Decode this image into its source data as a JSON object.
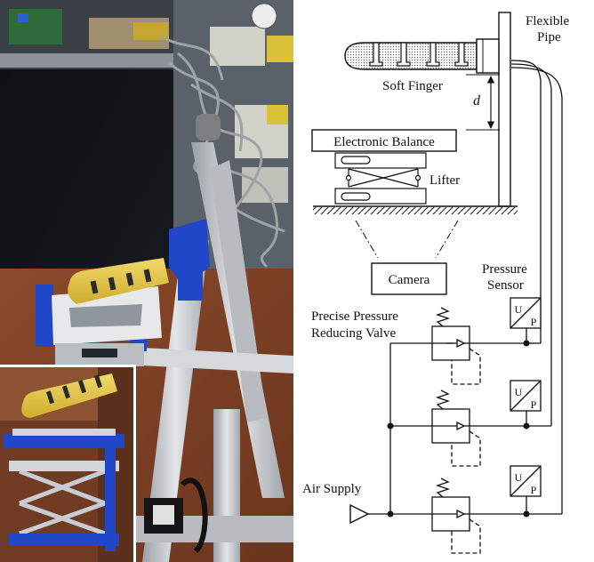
{
  "labels": {
    "flexible_pipe_line1": "Flexible",
    "flexible_pipe_line2": "Pipe",
    "soft_finger": "Soft Finger",
    "distance": "d",
    "electronic_balance": "Electronic Balance",
    "lifter": "Lifter",
    "camera": "Camera",
    "pressure_sensor_line1": "Pressure",
    "pressure_sensor_line2": "Sensor",
    "valve_line1": "Precise Pressure",
    "valve_line2": "Reducing Valve",
    "air_supply": "Air Supply",
    "transducer_u": "U",
    "transducer_p": "P"
  },
  "colors": {
    "finger_yellow": "#e8c94a",
    "mount_blue": "#1f47c8",
    "aluminum": "#c9ccd0",
    "bench_wood": "#8a4a2a",
    "backdrop": "#121417",
    "line": "#111111"
  }
}
